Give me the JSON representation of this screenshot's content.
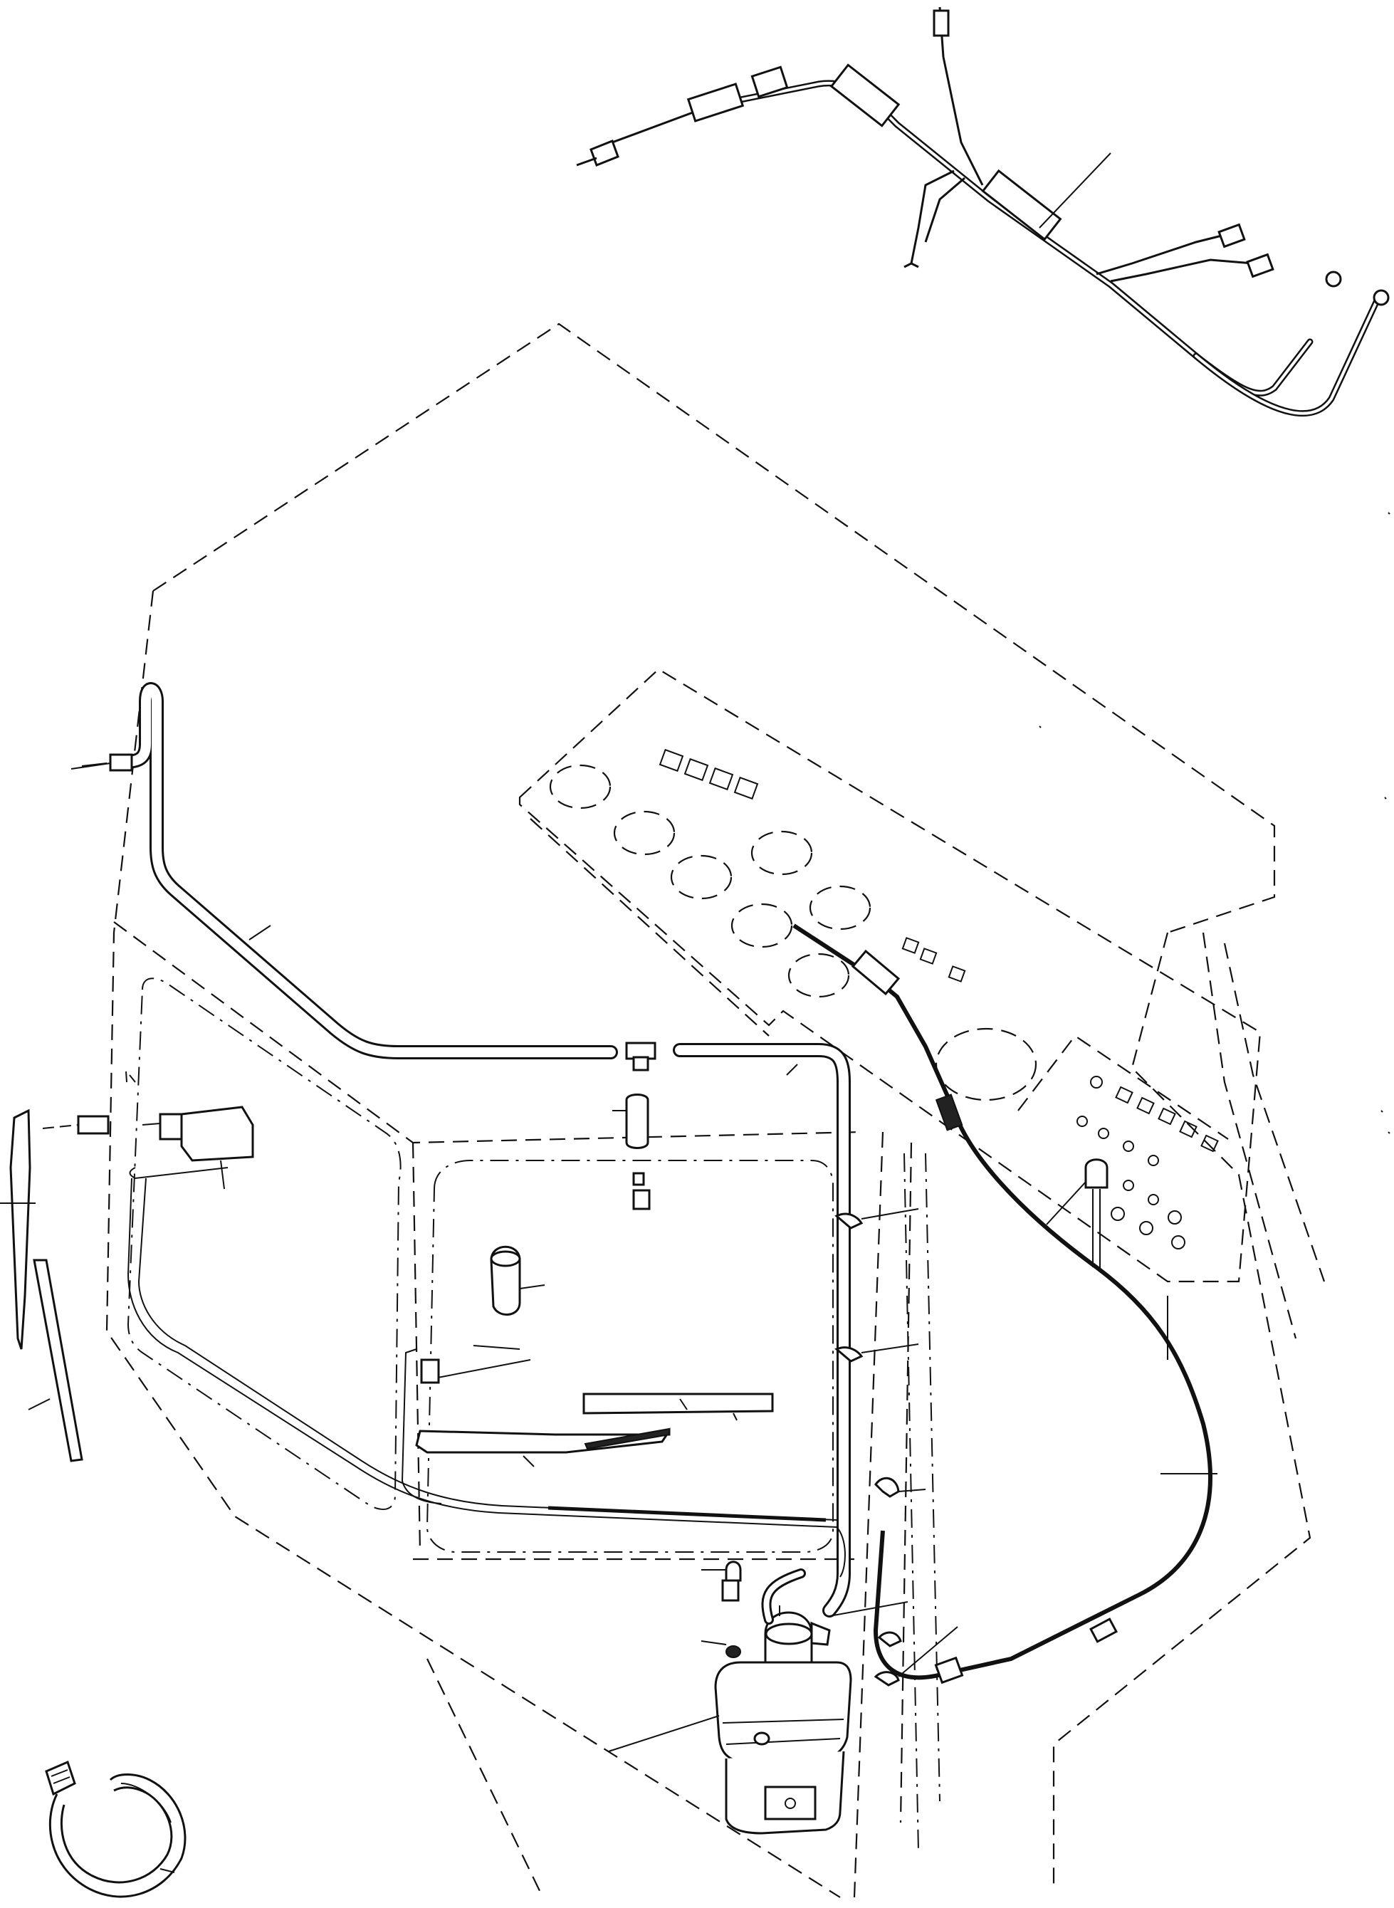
{
  "diagram": {
    "parts": [
      {
        "id": "wiring-harness"
      },
      {
        "id": "cab-outline"
      },
      {
        "id": "instrument-panel"
      },
      {
        "id": "washer-hose"
      },
      {
        "id": "hose-tee"
      },
      {
        "id": "washer-nozzle"
      },
      {
        "id": "wiper-motor"
      },
      {
        "id": "wiper-arm"
      },
      {
        "id": "wiper-blade"
      },
      {
        "id": "wiper-switch"
      },
      {
        "id": "washer-pump"
      },
      {
        "id": "washer-reservoir"
      },
      {
        "id": "hose-clip"
      },
      {
        "id": "hose-clamp"
      }
    ]
  }
}
